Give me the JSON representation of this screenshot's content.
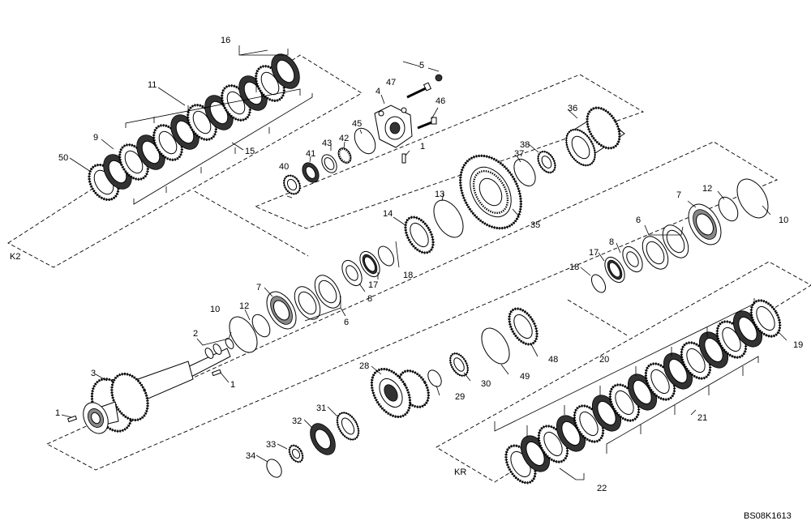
{
  "figure_code": "BS08K1613",
  "group_labels": {
    "k2": "K2",
    "kr": "KR"
  },
  "callouts": {
    "c1a": "1",
    "c1b": "1",
    "c1c": "1",
    "c2": "2",
    "c3": "3",
    "c4": "4",
    "c5": "5",
    "c6a": "6",
    "c6b": "6",
    "c7a": "7",
    "c7b": "7",
    "c8a": "8",
    "c8b": "8",
    "c9": "9",
    "c10a": "10",
    "c10b": "10",
    "c11": "11",
    "c12a": "12",
    "c12b": "12",
    "c13": "13",
    "c14": "14",
    "c15": "15",
    "c16": "16",
    "c17a": "17",
    "c17b": "17",
    "c18a": "18",
    "c18b": "18",
    "c19": "19",
    "c20": "20",
    "c21": "21",
    "c22": "22",
    "c28": "28",
    "c29": "29",
    "c30": "30",
    "c31": "31",
    "c32": "32",
    "c33": "33",
    "c34": "34",
    "c35": "35",
    "c36": "36",
    "c37": "37",
    "c38": "38",
    "c40": "40",
    "c41": "41",
    "c42": "42",
    "c43": "43",
    "c45": "45",
    "c46": "46",
    "c47": "47",
    "c48": "48",
    "c49": "49",
    "c50": "50"
  }
}
